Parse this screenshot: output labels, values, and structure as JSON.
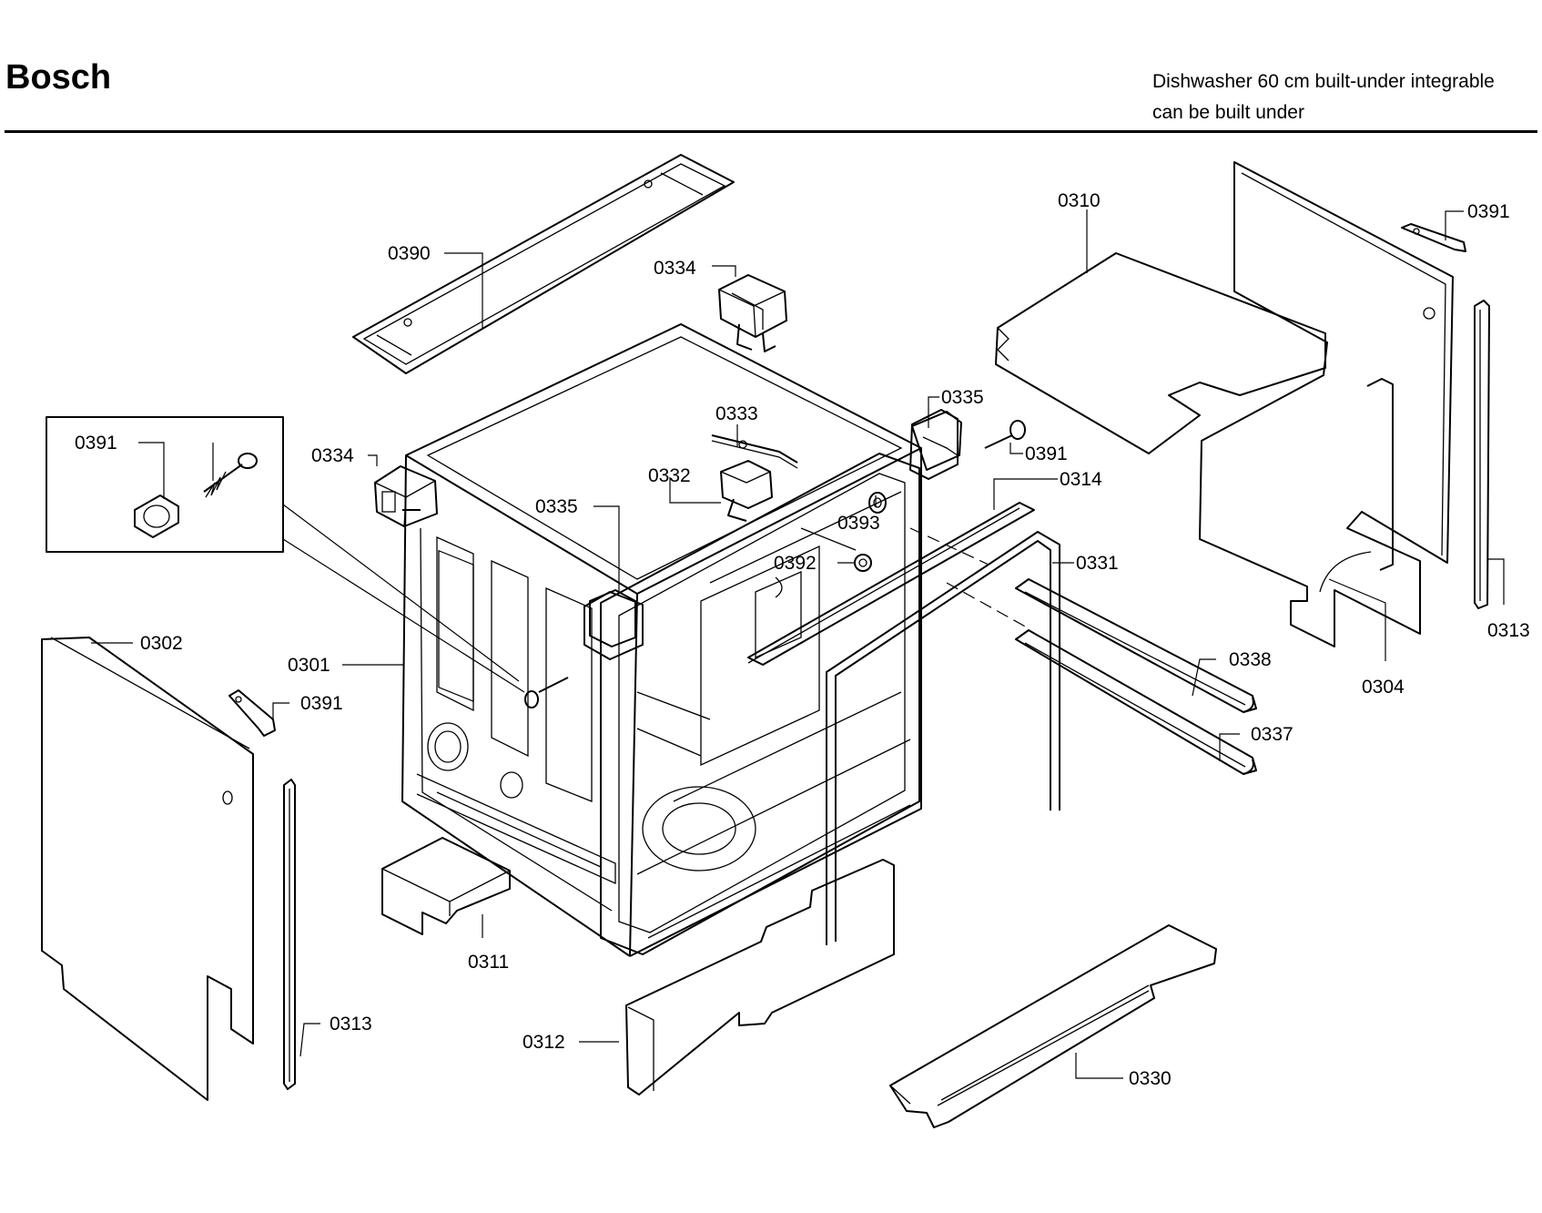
{
  "header": {
    "brand": "Bosch",
    "subtitle_line1": "Dishwasher 60 cm built-under integrable",
    "subtitle_line2": "can be built under"
  },
  "callouts": [
    {
      "id": "c0390",
      "text": "0390"
    },
    {
      "id": "c0334a",
      "text": "0334"
    },
    {
      "id": "c0310",
      "text": "0310"
    },
    {
      "id": "c0391a",
      "text": "0391"
    },
    {
      "id": "c0335a",
      "text": "0335"
    },
    {
      "id": "c0333",
      "text": "0333"
    },
    {
      "id": "c0391b",
      "text": "0391"
    },
    {
      "id": "c0334b",
      "text": "0334"
    },
    {
      "id": "c0391c",
      "text": "0391"
    },
    {
      "id": "c0332",
      "text": "0332"
    },
    {
      "id": "c0314",
      "text": "0314"
    },
    {
      "id": "c0335b",
      "text": "0335"
    },
    {
      "id": "c0393",
      "text": "0393"
    },
    {
      "id": "c0331",
      "text": "0331"
    },
    {
      "id": "c0392",
      "text": "0392"
    },
    {
      "id": "c0313a",
      "text": "0313"
    },
    {
      "id": "c0302",
      "text": "0302"
    },
    {
      "id": "c0301",
      "text": "0301"
    },
    {
      "id": "c0338",
      "text": "0338"
    },
    {
      "id": "c0304",
      "text": "0304"
    },
    {
      "id": "c0391d",
      "text": "0391"
    },
    {
      "id": "c0337",
      "text": "0337"
    },
    {
      "id": "c0311",
      "text": "0311"
    },
    {
      "id": "c0313b",
      "text": "0313"
    },
    {
      "id": "c0312",
      "text": "0312"
    },
    {
      "id": "c0330",
      "text": "0330"
    }
  ]
}
